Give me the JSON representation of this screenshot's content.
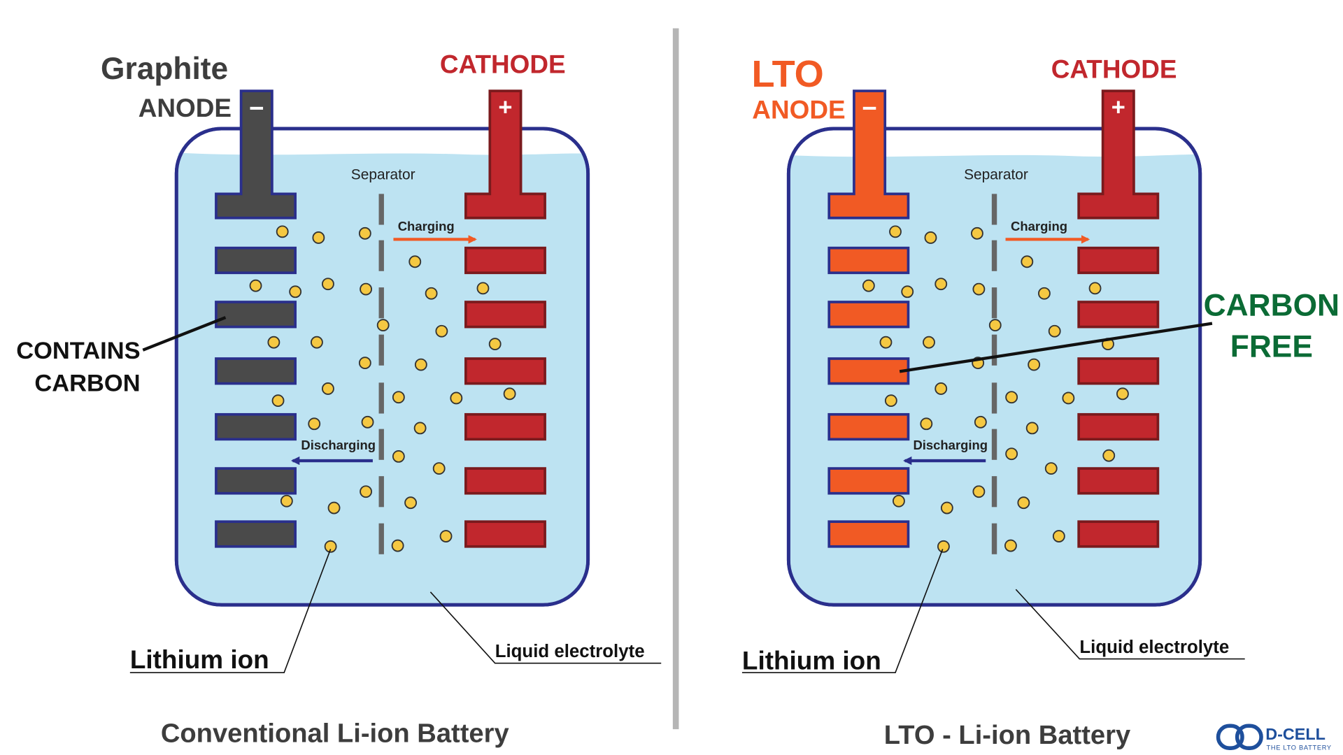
{
  "colors": {
    "electrolyte": "#bde3f2",
    "case_stroke": "#2a2f8c",
    "graphite": "#4a4a4a",
    "cathode": "#c1272d",
    "cathode_dark": "#7a1a1d",
    "lto": "#f15a24",
    "ion": "#f5c842",
    "charging_arrow": "#f15a24",
    "discharging_arrow": "#2a2f8c",
    "carbon_free": "#0b6b35",
    "divider": "#b5b5b5",
    "brand": "#1e4f9c"
  },
  "icons": {
    "anode_terminal": "minus-icon",
    "cathode_terminal": "plus-icon",
    "brand_logo": "infinity-loop-icon"
  },
  "left_panel": {
    "caption": "Conventional Li-ion Battery",
    "anode_title": "Graphite",
    "anode_label": "ANODE",
    "cathode_label": "CATHODE",
    "separator_label": "Separator",
    "charging_label": "Charging",
    "discharging_label": "Discharging",
    "callout_line1": "CONTAINS",
    "callout_line2": "CARBON",
    "ion_label": "Lithium ion",
    "electrolyte_label": "Liquid electrolyte"
  },
  "right_panel": {
    "caption": "LTO - Li-ion Battery",
    "anode_title": "LTO",
    "anode_label": "ANODE",
    "cathode_label": "CATHODE",
    "separator_label": "Separator",
    "charging_label": "Charging",
    "discharging_label": "Discharging",
    "callout_line1": "CARBON",
    "callout_line2": "FREE",
    "ion_label": "Lithium ion",
    "electrolyte_label": "Liquid electrolyte"
  },
  "brand": {
    "name": "D-CELL",
    "tagline": "THE LTO BATTERY"
  }
}
